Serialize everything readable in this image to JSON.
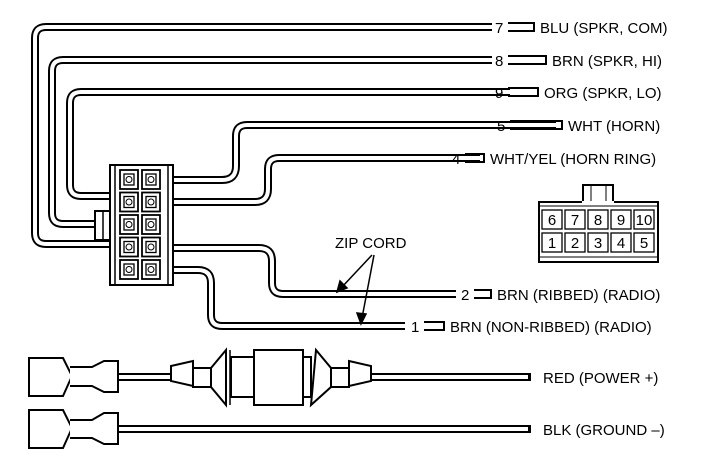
{
  "wires": [
    {
      "pin": "7",
      "label": "BLU (SPKR, COM)"
    },
    {
      "pin": "8",
      "label": "BRN (SPKR, HI)"
    },
    {
      "pin": "9",
      "label": "ORG (SPKR, LO)"
    },
    {
      "pin": "5",
      "label": "WHT (HORN)"
    },
    {
      "pin": "4",
      "label": "WHT/YEL (HORN RING)"
    },
    {
      "pin": "2",
      "label": "BRN (RIBBED) (RADIO)"
    },
    {
      "pin": "1",
      "label": "BRN (NON-RIBBED) (RADIO)"
    }
  ],
  "power_wires": [
    {
      "label": "RED (POWER +)"
    },
    {
      "label": "BLK (GROUND –)"
    }
  ],
  "zip_cord_label": "ZIP CORD",
  "connector_face": {
    "top_row": [
      "6",
      "7",
      "8",
      "9",
      "10"
    ],
    "bottom_row": [
      "1",
      "2",
      "3",
      "4",
      "5"
    ]
  }
}
